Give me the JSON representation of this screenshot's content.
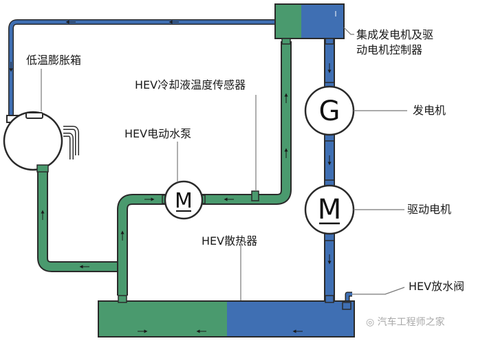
{
  "labels": {
    "expansion_tank": "低温膨胀箱",
    "coolant_sensor": "HEV冷却液温度传感器",
    "pump": "HEV电动水泵",
    "controller": "集成发电机及驱动电机控制器",
    "generator": "发电机",
    "drive_motor": "驱动电机",
    "radiator": "HEV散热器",
    "drain_valve": "HEV放水阀"
  },
  "symbols": {
    "generator": "G",
    "drive_motor": "M",
    "pump": "M"
  },
  "watermark": "汽车工程师之家",
  "colors": {
    "cold_coolant": "#4a9a6e",
    "hot_coolant": "#3f6fb3",
    "outline": "#2a2a2a"
  }
}
